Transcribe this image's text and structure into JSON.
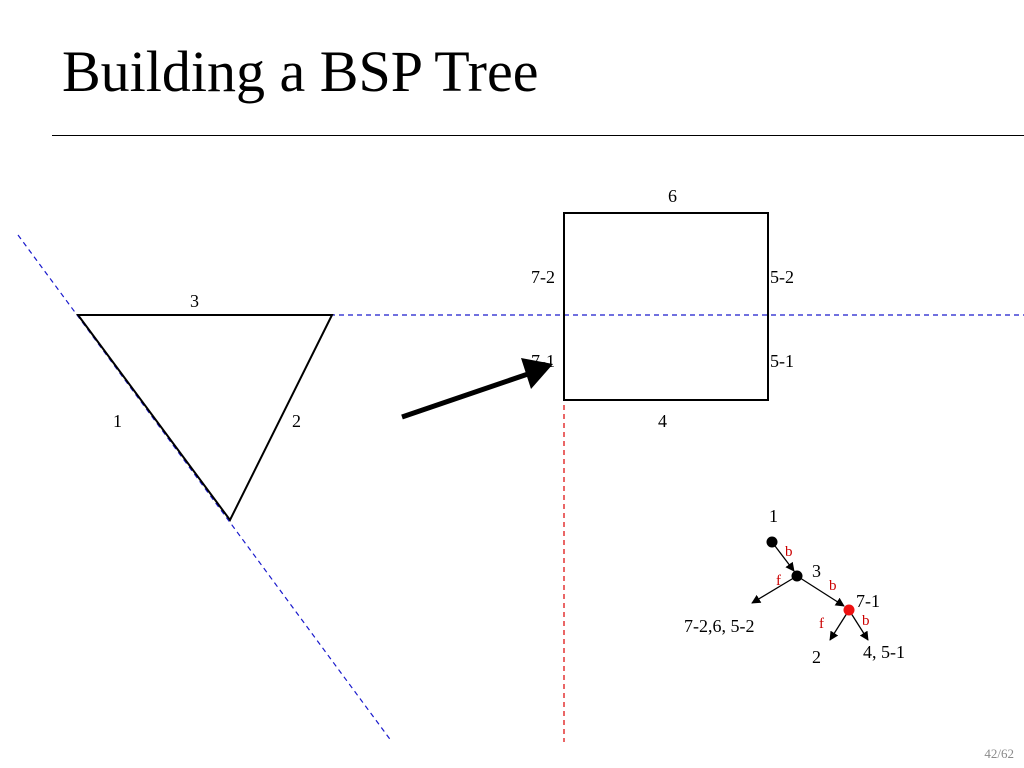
{
  "slide": {
    "title": "Building a BSP Tree",
    "page_number": "42/62"
  },
  "colors": {
    "edge": "#000000",
    "split_plane_blue": "#1a1acc",
    "split_plane_red": "#dd0000",
    "highlight_node": "#ee1111",
    "branch_label": "#cc0000"
  },
  "triangle": {
    "edge_labels": {
      "edge_1": "1",
      "edge_2": "2",
      "edge_3": "3"
    }
  },
  "square": {
    "edge_labels": {
      "top": "6",
      "left_upper": "7-2",
      "left_lower": "7-1",
      "right_upper": "5-2",
      "right_lower": "5-1",
      "bottom": "4"
    }
  },
  "bsp_tree": {
    "nodes": {
      "root": "1",
      "second": "3",
      "third": "7-1"
    },
    "leaves": {
      "front_of_3": "7-2,6, 5-2",
      "front_of_7_1": "2",
      "back_of_7_1": "4, 5-1"
    },
    "branch_labels": {
      "root_back": "b",
      "n3_front": "f",
      "n3_back": "b",
      "n7_front": "f",
      "n7_back": "b"
    }
  }
}
